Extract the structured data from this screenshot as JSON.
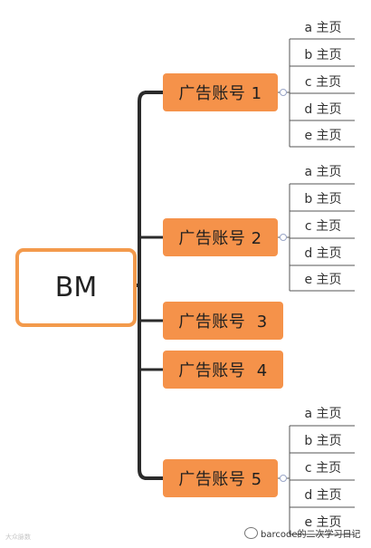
{
  "root": {
    "label": "BM"
  },
  "branches": [
    {
      "label": "广告账号 1",
      "children": [
        "a 主页",
        "b 主页",
        "c 主页",
        "d 主页",
        "e 主页"
      ]
    },
    {
      "label": "广告账号 2",
      "children": [
        "a 主页",
        "b 主页",
        "c 主页",
        "d 主页",
        "e 主页"
      ]
    },
    {
      "label": "广告账号  3",
      "children": []
    },
    {
      "label": "广告账号  4",
      "children": []
    },
    {
      "label": "广告账号 5",
      "children": [
        "a 主页",
        "b 主页",
        "c 主页",
        "d 主页",
        "e 主页"
      ]
    }
  ],
  "watermark": {
    "left": "大众脉数",
    "right": "barcode的二次学习日记"
  },
  "colors": {
    "accent": "#f5924a",
    "root_border": "#f39a4c",
    "trunk": "#2b2b2b",
    "leaf_line": "#555555"
  }
}
